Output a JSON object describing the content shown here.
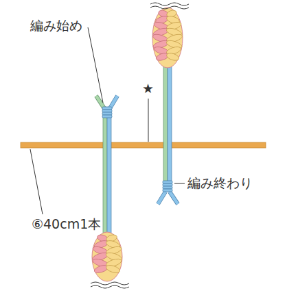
{
  "diagram": {
    "labels": [
      "編み始め",
      "★",
      "⑥40cm1本",
      "編み終わり"
    ]
  }
}
